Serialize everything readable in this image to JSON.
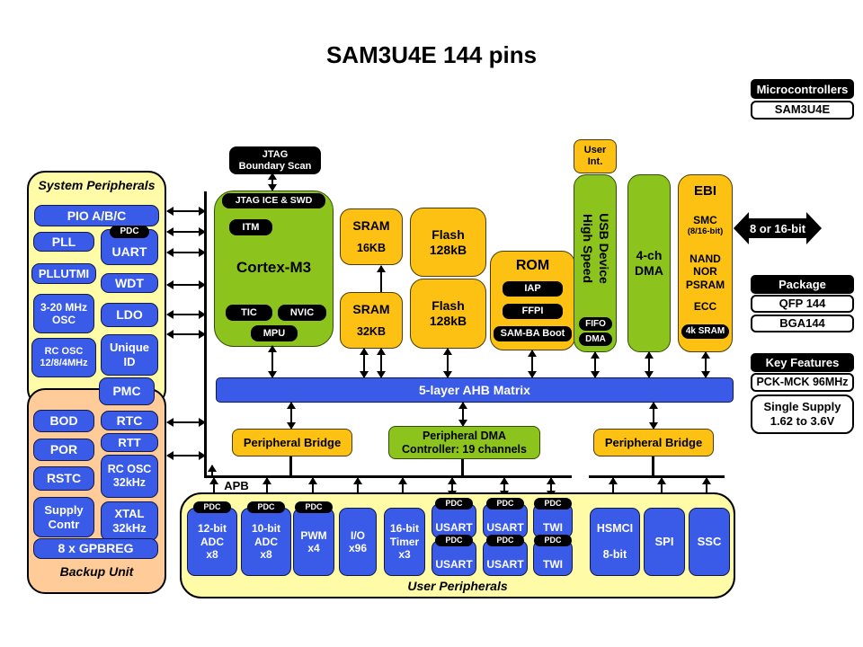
{
  "colors": {
    "blue": "#3A5BE8",
    "yellow": "#FDC113",
    "green": "#8CC41D",
    "pale_yellow": "#FFFBA6",
    "peach": "#FFCC99",
    "pill_black": "#000000"
  },
  "title": "SAM3U4E 144 pins",
  "right_panel": {
    "microcontrollers": "Microcontrollers",
    "device": "SAM3U4E",
    "bus_width": "8 or 16-bit",
    "package": "Package",
    "qfp": "QFP 144",
    "bga": "BGA144",
    "key_features": "Key Features",
    "clock": "PCK-MCK  96MHz",
    "supply": "Single Supply\n1.62 to 3.6V"
  },
  "system_peripherals": {
    "label": "System Peripherals",
    "pio": "PIO A/B/C",
    "pll": "PLL",
    "pllutmi": "PLLUTMI",
    "osc": "3-20 MHz\nOSC",
    "rcosc": "RC OSC\n12/8/4MHz",
    "pdc": "PDC",
    "uart": "UART",
    "wdt": "WDT",
    "ldo": "LDO",
    "unique_id": "Unique\nID"
  },
  "backup_unit": {
    "label": "Backup Unit",
    "pmc": "PMC",
    "bod": "BOD",
    "rtc": "RTC",
    "por": "POR",
    "rtt": "RTT",
    "rstc": "RSTC",
    "rcosc32": "RC OSC\n32kHz",
    "supply_contr": "Supply\nContr",
    "xtal32": "XTAL\n32kHz",
    "gpbreg": "8 x GPBREG"
  },
  "core": {
    "jtag_boundary": "JTAG\nBoundary Scan",
    "jtag_ice": "JTAG ICE & SWD",
    "itm": "ITM",
    "name": "Cortex-M3",
    "tic": "TIC",
    "nvic": "NVIC",
    "mpu": "MPU"
  },
  "memories": {
    "sram1_name": "SRAM",
    "sram1_size": "16KB",
    "sram2_name": "SRAM",
    "sram2_size": "32KB",
    "flash1": "Flash\n128kB",
    "flash2": "Flash\n128kB",
    "rom": "ROM",
    "iap": "IAP",
    "ffpi": "FFPI",
    "samba": "SAM-BA Boot"
  },
  "usb": {
    "user_int": "User\nInt.",
    "label": "USB Device\nHigh Speed",
    "fifo": "FIFO",
    "dma": "DMA"
  },
  "dma": {
    "label": "4-ch\nDMA"
  },
  "ebi": {
    "name": "EBI",
    "smc": "SMC",
    "smc_width": "(8/16-bit)",
    "mem": "NAND\nNOR\nPSRAM",
    "ecc": "ECC",
    "sram": "4k SRAM"
  },
  "buses": {
    "ahb": "5-layer AHB Matrix",
    "bridge_left": "Peripheral Bridge",
    "pdc_controller": "Peripheral DMA\nController: 19 channels",
    "bridge_right": "Peripheral Bridge",
    "apb": "APB"
  },
  "user_peripherals": {
    "label": "User Peripherals",
    "pdc": "PDC",
    "adc12": "12-bit\nADC\nx8",
    "adc10": "10-bit\nADC\nx8",
    "pwm": "PWM\nx4",
    "io": "I/O\nx96",
    "timer": "16-bit\nTimer\nx3",
    "usart": "USART",
    "twi": "TWI",
    "hsmci": "HSMCI",
    "hsmci_width": "8-bit",
    "spi": "SPI",
    "ssc": "SSC"
  }
}
